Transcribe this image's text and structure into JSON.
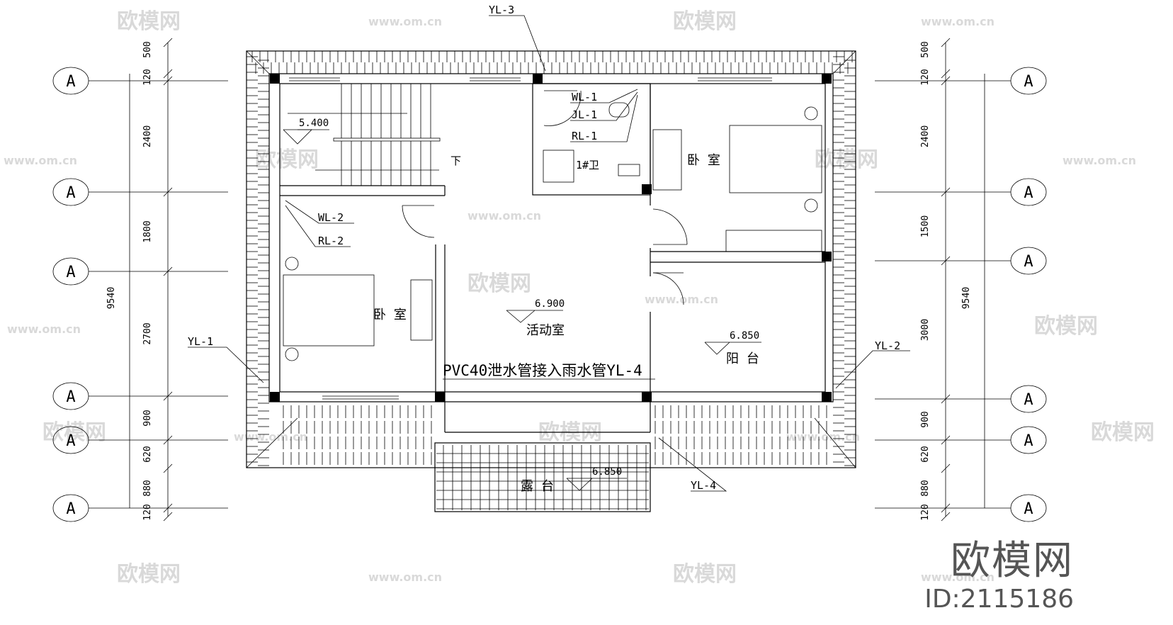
{
  "drawing": {
    "axis_bubble_label": "A",
    "left_dimensions": [
      "500",
      "120",
      "2400",
      "1800",
      "2700",
      "900",
      "620",
      "880",
      "120"
    ],
    "left_total": "9540",
    "right_dimensions": [
      "500",
      "120",
      "2400",
      "1500",
      "3000",
      "900",
      "620",
      "880",
      "120"
    ],
    "right_total": "9540",
    "labels": {
      "stair_level": "5.400",
      "stair_down": "下",
      "wl1": "WL-1",
      "jl1": "JL-1",
      "rl1": "RL-1",
      "bath": "1#卫",
      "bedroom_right": "卧 室",
      "bedroom_left": "卧 室",
      "wl2": "WL-2",
      "rl2": "RL-2",
      "activity_level": "6.900",
      "activity_room": "活动室",
      "pipe_note": "PVC40泄水管接入雨水管YL-4",
      "balcony_level": "6.850",
      "balcony": "阳 台",
      "terrace": "露 台",
      "terrace_level": "6.850",
      "yl1": "YL-1",
      "yl2": "YL-2",
      "yl3": "YL-3",
      "yl4": "YL-4"
    }
  },
  "watermark": {
    "brand": "欧模网",
    "site": "www.om.cn",
    "id": "ID:2115186"
  }
}
